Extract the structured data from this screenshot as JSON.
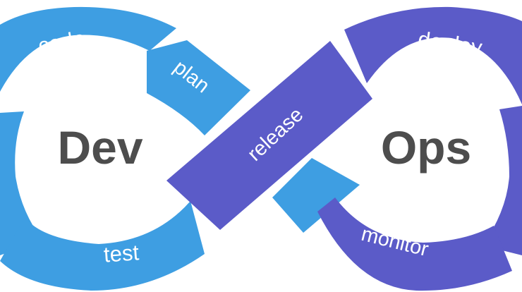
{
  "diagram": {
    "dev_title": "Dev",
    "ops_title": "Ops",
    "stages": {
      "code": "code",
      "plan": "plan",
      "test": "test",
      "release": "release",
      "deploy": "deploy",
      "monitor": "monitor"
    },
    "colors": {
      "dev_blue": "#3e9ee2",
      "ops_purple": "#5b5bc8",
      "title_gray": "#4d4d4d",
      "background": "#ffffff"
    }
  }
}
